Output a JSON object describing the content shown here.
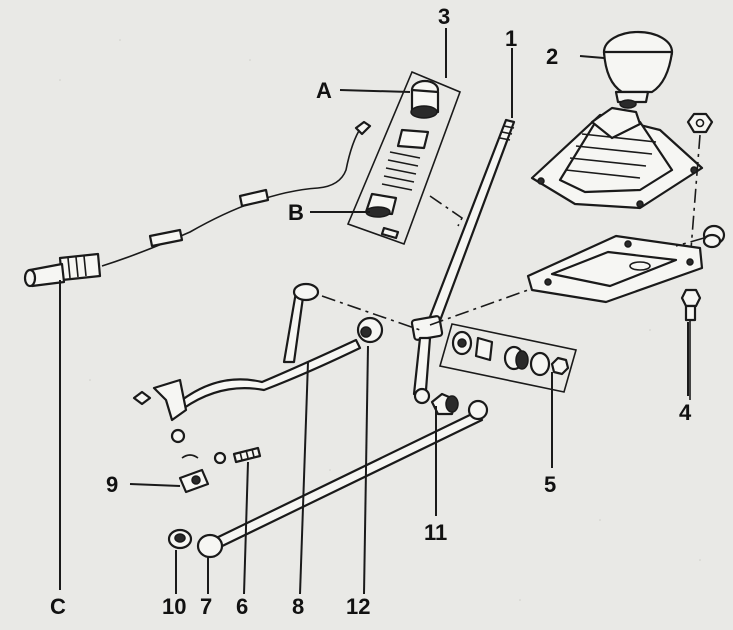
{
  "labels": {
    "l1": "1",
    "l2": "2",
    "l3": "3",
    "l4": "4",
    "l5": "5",
    "l6": "6",
    "l7": "7",
    "l8": "8",
    "l9": "9",
    "l10": "10",
    "l11": "11",
    "l12": "12",
    "lA": "A",
    "lB": "B",
    "lC": "C"
  }
}
